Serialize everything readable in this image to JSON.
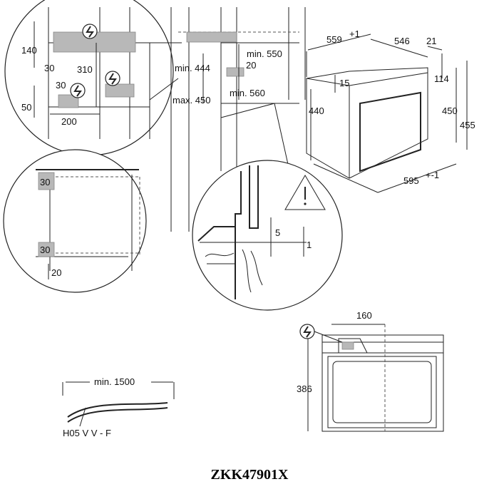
{
  "labels": {
    "d140": "140",
    "d30a": "30",
    "d310": "310",
    "d30b": "30",
    "d50": "50",
    "d200": "200",
    "min444": "min. 444",
    "max450": "max. 450",
    "min550": "min. 550",
    "d20a": "20",
    "min560": "min. 560",
    "d559": "559",
    "d559sup": "+1",
    "d546": "546",
    "d21": "21",
    "d15": "15",
    "d114": "114",
    "d440": "440",
    "d450": "450",
    "d455": "455",
    "d595": "595",
    "d595sup": "+-1",
    "s30a": "30",
    "s30b": "30",
    "s20": "20",
    "d5": "5",
    "d1": "1",
    "d160": "160",
    "d386": "386",
    "min1500": "min. 1500",
    "cable": "H05 V V - F",
    "model": "ZKK47901X"
  },
  "icons": [
    "electrical-hazard-icon",
    "warning-triangle-icon"
  ]
}
